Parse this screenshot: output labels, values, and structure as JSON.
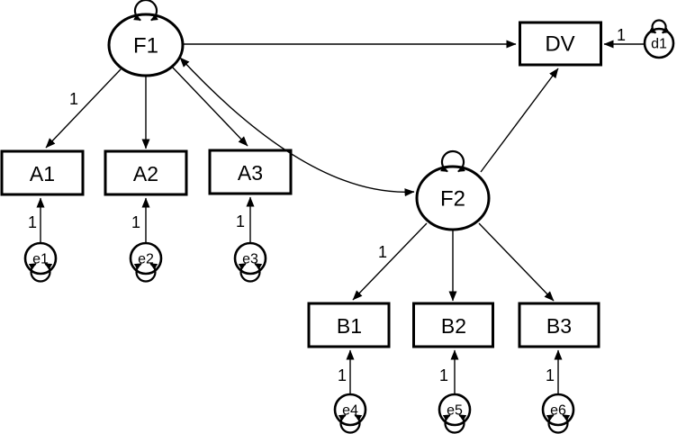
{
  "diagram_type": "structural equation model path diagram",
  "colors": {
    "background": "#ffffff",
    "line": "#000000",
    "text": "#000000"
  },
  "nodes": {
    "f1": "F1",
    "f2": "F2",
    "dv": "DV",
    "d1": "d1",
    "a1": "A1",
    "a2": "A2",
    "a3": "A3",
    "b1": "B1",
    "b2": "B2",
    "b3": "B3",
    "e1": "e1",
    "e2": "e2",
    "e3": "e3",
    "e4": "e4",
    "e5": "e5",
    "e6": "e6"
  },
  "weights": {
    "f1_a1": "1",
    "f2_b1": "1",
    "d1_dv": "1",
    "e1_a1": "1",
    "e2_a2": "1",
    "e3_a3": "1",
    "e4_b1": "1",
    "e5_b2": "1",
    "e6_b3": "1"
  },
  "edges": [
    {
      "from": "F1",
      "to": "A1",
      "type": "single-headed",
      "label": "1"
    },
    {
      "from": "F1",
      "to": "A2",
      "type": "single-headed"
    },
    {
      "from": "F1",
      "to": "A3",
      "type": "single-headed"
    },
    {
      "from": "F1",
      "to": "DV",
      "type": "single-headed"
    },
    {
      "from": "F1",
      "to": "F2",
      "type": "double-headed-curve"
    },
    {
      "from": "F2",
      "to": "DV",
      "type": "single-headed"
    },
    {
      "from": "F2",
      "to": "B1",
      "type": "single-headed",
      "label": "1"
    },
    {
      "from": "F2",
      "to": "B2",
      "type": "single-headed"
    },
    {
      "from": "F2",
      "to": "B3",
      "type": "single-headed"
    },
    {
      "from": "e1",
      "to": "A1",
      "type": "single-headed",
      "label": "1"
    },
    {
      "from": "e2",
      "to": "A2",
      "type": "single-headed",
      "label": "1"
    },
    {
      "from": "e3",
      "to": "A3",
      "type": "single-headed",
      "label": "1"
    },
    {
      "from": "e4",
      "to": "B1",
      "type": "single-headed",
      "label": "1"
    },
    {
      "from": "e5",
      "to": "B2",
      "type": "single-headed",
      "label": "1"
    },
    {
      "from": "e6",
      "to": "B3",
      "type": "single-headed",
      "label": "1"
    },
    {
      "from": "d1",
      "to": "DV",
      "type": "single-headed",
      "label": "1"
    }
  ],
  "self_loops": [
    "F1",
    "F2",
    "d1",
    "e1",
    "e2",
    "e3",
    "e4",
    "e5",
    "e6"
  ]
}
